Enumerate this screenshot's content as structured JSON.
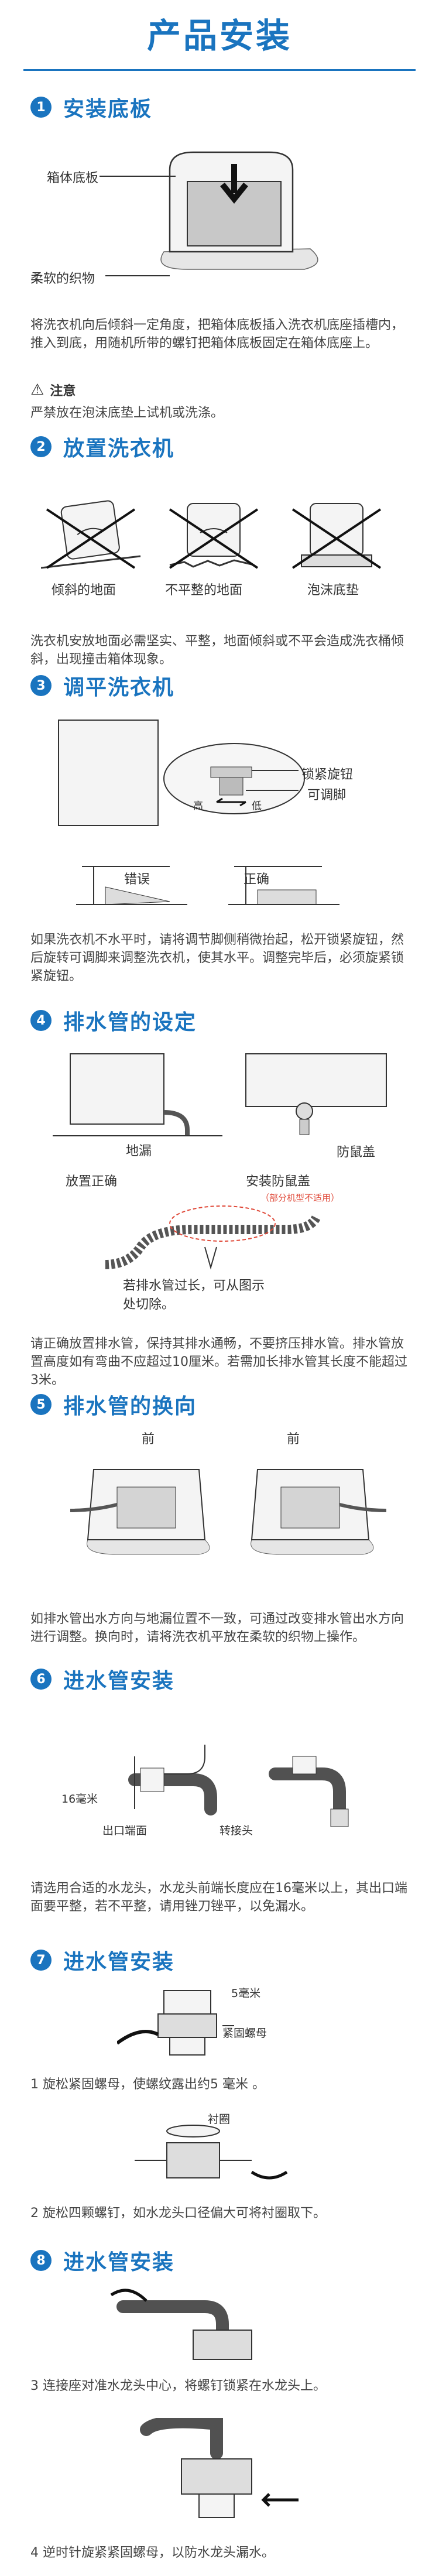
{
  "title": "产品安装",
  "sections": [
    {
      "num": "1",
      "title": "安装底板"
    },
    {
      "num": "2",
      "title": "放置洗衣机"
    },
    {
      "num": "3",
      "title": "调平洗衣机"
    },
    {
      "num": "4",
      "title": "排水管的设定"
    },
    {
      "num": "5",
      "title": "排水管的换向"
    },
    {
      "num": "6",
      "title": "进水管安装"
    },
    {
      "num": "7",
      "title": "进水管安装"
    },
    {
      "num": "8",
      "title": "进水管安装"
    }
  ],
  "s1": {
    "label_board": "箱体底板",
    "label_fabric": "柔软的织物",
    "text": "将洗衣机向后倾斜一定角度，把箱体底板插入洗衣机底座插槽内，推入到底，用随机所带的螺钉把箱体底板固定在箱体底座上。",
    "notice_title": "注意",
    "notice_text": "严禁放在泡沫底垫上试机或洗涤。"
  },
  "s2": {
    "labels": [
      "倾斜的地面",
      "不平整的地面",
      "泡沫底垫"
    ],
    "text": "洗衣机安放地面必需坚实、平整，地面倾斜或不平会造成洗衣桶倾斜，出现撞击箱体现象。"
  },
  "s3": {
    "label_lock": "锁紧旋钮",
    "label_foot": "可调脚",
    "label_high": "高",
    "label_low": "低",
    "label_wrong": "错误",
    "label_right": "正确",
    "text": "如果洗衣机不水平时，请将调节脚侧稍微抬起，松开锁紧旋钮，然后旋转可调脚来调整洗衣机，使其水平。调整完毕后，必须旋紧锁紧旋钮。"
  },
  "s4": {
    "label_drain": "地漏",
    "label_correct": "放置正确",
    "label_guard": "防鼠盖",
    "label_install": "安装防鼠盖",
    "label_note": "（部分机型不适用）",
    "label_cut": "若排水管过长，可从图示处切除。",
    "text": "请正确放置排水管，保持其排水通畅，不要挤压排水管。排水管放置高度如有弯曲不应超过10厘米。若需加长排水管其长度不能超过3米。"
  },
  "s5": {
    "label_front1": "前",
    "label_front2": "前",
    "text": "如排水管出水方向与地漏位置不一致，可通过改变排水管出水方向进行调整。换向时，请将洗衣机平放在柔软的织物上操作。"
  },
  "s6": {
    "label_mm": "16毫米",
    "label_end": "出口端面",
    "label_adapter": "转接头",
    "text": "请选用合适的水龙头，水龙头前端长度应在16毫米以上，其出口端面要平整，若不平整，请用锉刀锉平，以免漏水。"
  },
  "s7": {
    "label_5mm": "5毫米",
    "label_nut": "紧固螺母",
    "step1": "1  旋松紧固螺母，使螺纹露出约5 毫米 。",
    "label_liner": "衬圈",
    "step2": "2  旋松四颗螺钉，如水龙头口径偏大可将衬圈取下。"
  },
  "s8": {
    "step3": "3 连接座对准水龙头中心，将螺钉锁紧在水龙头上。",
    "step4": "4 逆时针旋紧紧固螺母，以防水龙头漏水。"
  },
  "colors": {
    "accent": "#1a74bf",
    "note_red": "#e04a3a"
  }
}
